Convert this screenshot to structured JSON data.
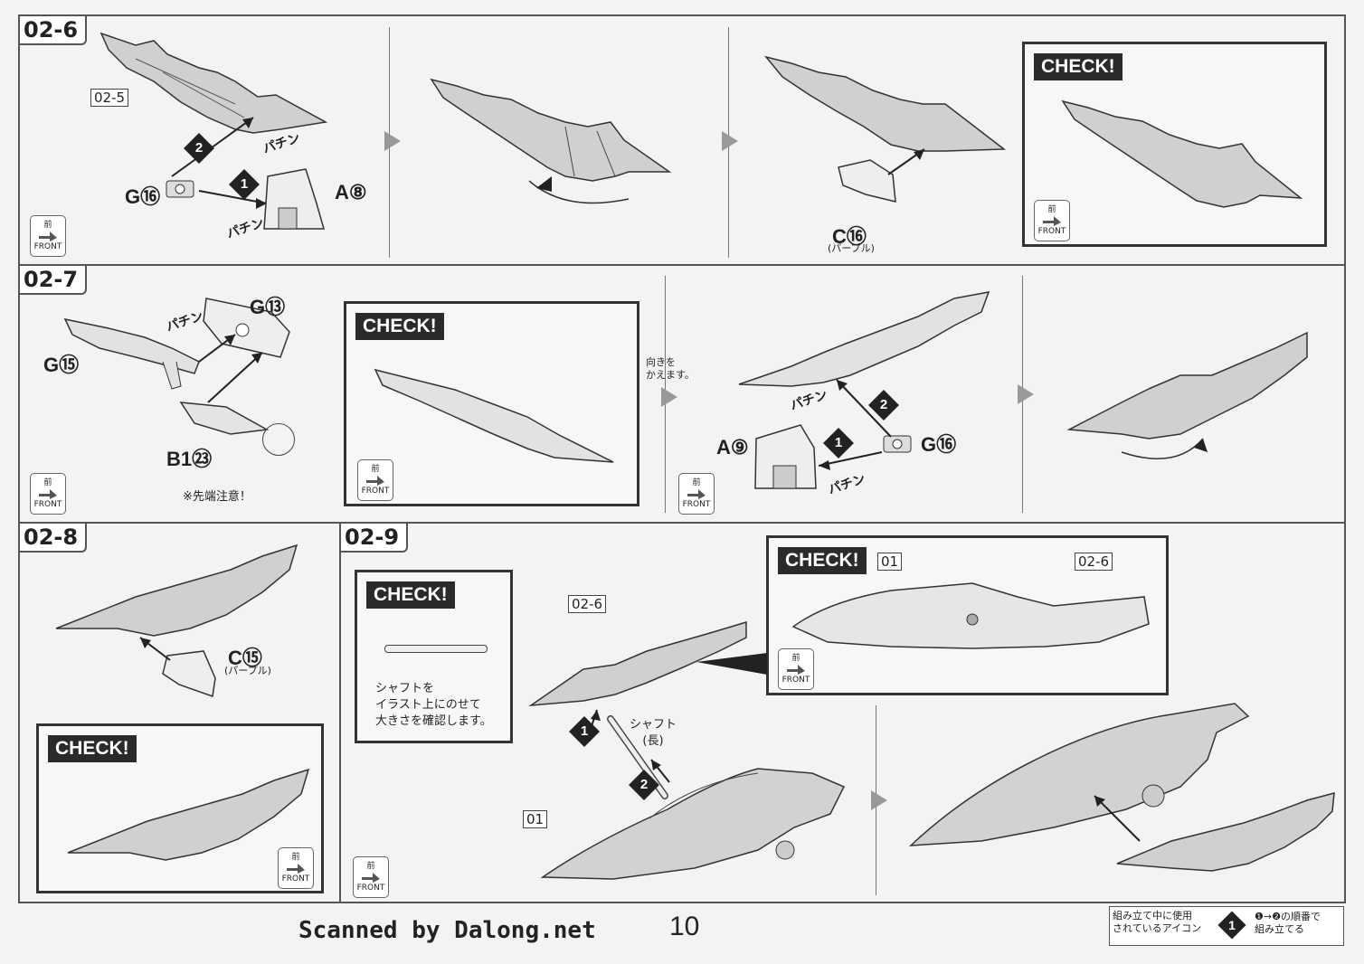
{
  "steps": {
    "s26": {
      "label": "02-6",
      "ref": "02-5",
      "parts": {
        "g": "G⑯",
        "a": "A⑧",
        "c": "C⑯",
        "c_note": "(パープル)"
      },
      "sound": "パチン",
      "order": [
        "1",
        "2"
      ],
      "check": "CHECK!"
    },
    "s27": {
      "label": "02-7",
      "parts": {
        "g13": "G⑬",
        "g15": "G⑮",
        "b1": "B1㉓",
        "a9": "A⑨",
        "g16": "G⑯"
      },
      "caution": "※先端注意！",
      "turn": "向きを\nかえます。",
      "sound": "パチン",
      "order": [
        "1",
        "2"
      ],
      "check": "CHECK!"
    },
    "s28": {
      "label": "02-8",
      "parts": {
        "c15": "C⑮",
        "c_note": "(パープル)"
      },
      "check": "CHECK!"
    },
    "s29": {
      "label": "02-9",
      "ref1": "02-6",
      "ref2": "01",
      "ref3": "01",
      "ref4": "02-6",
      "check": "CHECK!",
      "check_text": "シャフトを\nイラスト上にのせて\n大きさを確認します。",
      "shaft": "シャフト\n(長)",
      "order": [
        "1",
        "2"
      ]
    }
  },
  "front": {
    "kanji": "前",
    "label": "FRONT"
  },
  "footer": {
    "credit": "Scanned by Dalong.net",
    "page": "10"
  },
  "legend": {
    "left": "組み立て中に使用\nされているアイコン",
    "digit": "1",
    "right": "❶→❷の順番で\n組み立てる"
  }
}
